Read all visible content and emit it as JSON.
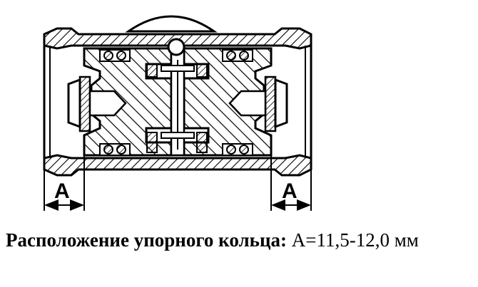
{
  "diagram": {
    "dimension_label_left": "A",
    "dimension_label_right": "A"
  },
  "caption": {
    "bold_text": "Расположение упорного кольца:",
    "value_text": " А=11,5-12,0 мм"
  },
  "colors": {
    "ink": "#000000",
    "paper": "#ffffff"
  }
}
